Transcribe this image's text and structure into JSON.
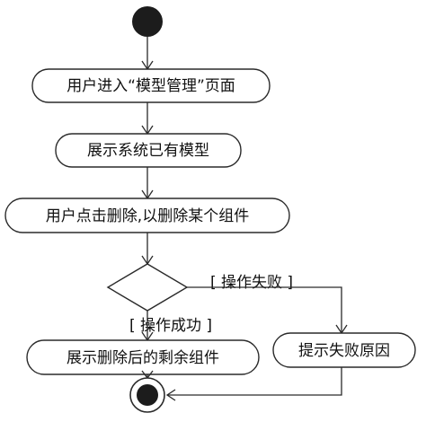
{
  "diagram": {
    "type": "uml-activity",
    "nodes": [
      {
        "id": "start",
        "kind": "initial"
      },
      {
        "id": "enter-model-management",
        "kind": "action",
        "label": "用户进入“模型管理”页面"
      },
      {
        "id": "show-existing-models",
        "kind": "action",
        "label": "展示系统已有模型"
      },
      {
        "id": "click-delete",
        "kind": "action",
        "label": "用户点击删除,以删除某个组件"
      },
      {
        "id": "decision",
        "kind": "decision"
      },
      {
        "id": "show-remaining",
        "kind": "action",
        "label": "展示删除后的剩余组件"
      },
      {
        "id": "show-failure",
        "kind": "action",
        "label": "提示失败原因"
      },
      {
        "id": "end",
        "kind": "final"
      }
    ],
    "edges": [
      {
        "from": "start",
        "to": "enter-model-management"
      },
      {
        "from": "enter-model-management",
        "to": "show-existing-models"
      },
      {
        "from": "show-existing-models",
        "to": "click-delete"
      },
      {
        "from": "click-delete",
        "to": "decision"
      },
      {
        "from": "decision",
        "to": "show-remaining",
        "guard": "[ 操作成功 ]"
      },
      {
        "from": "decision",
        "to": "show-failure",
        "guard": "[ 操作失败 ]"
      },
      {
        "from": "show-remaining",
        "to": "end"
      },
      {
        "from": "show-failure",
        "to": "end"
      }
    ]
  }
}
